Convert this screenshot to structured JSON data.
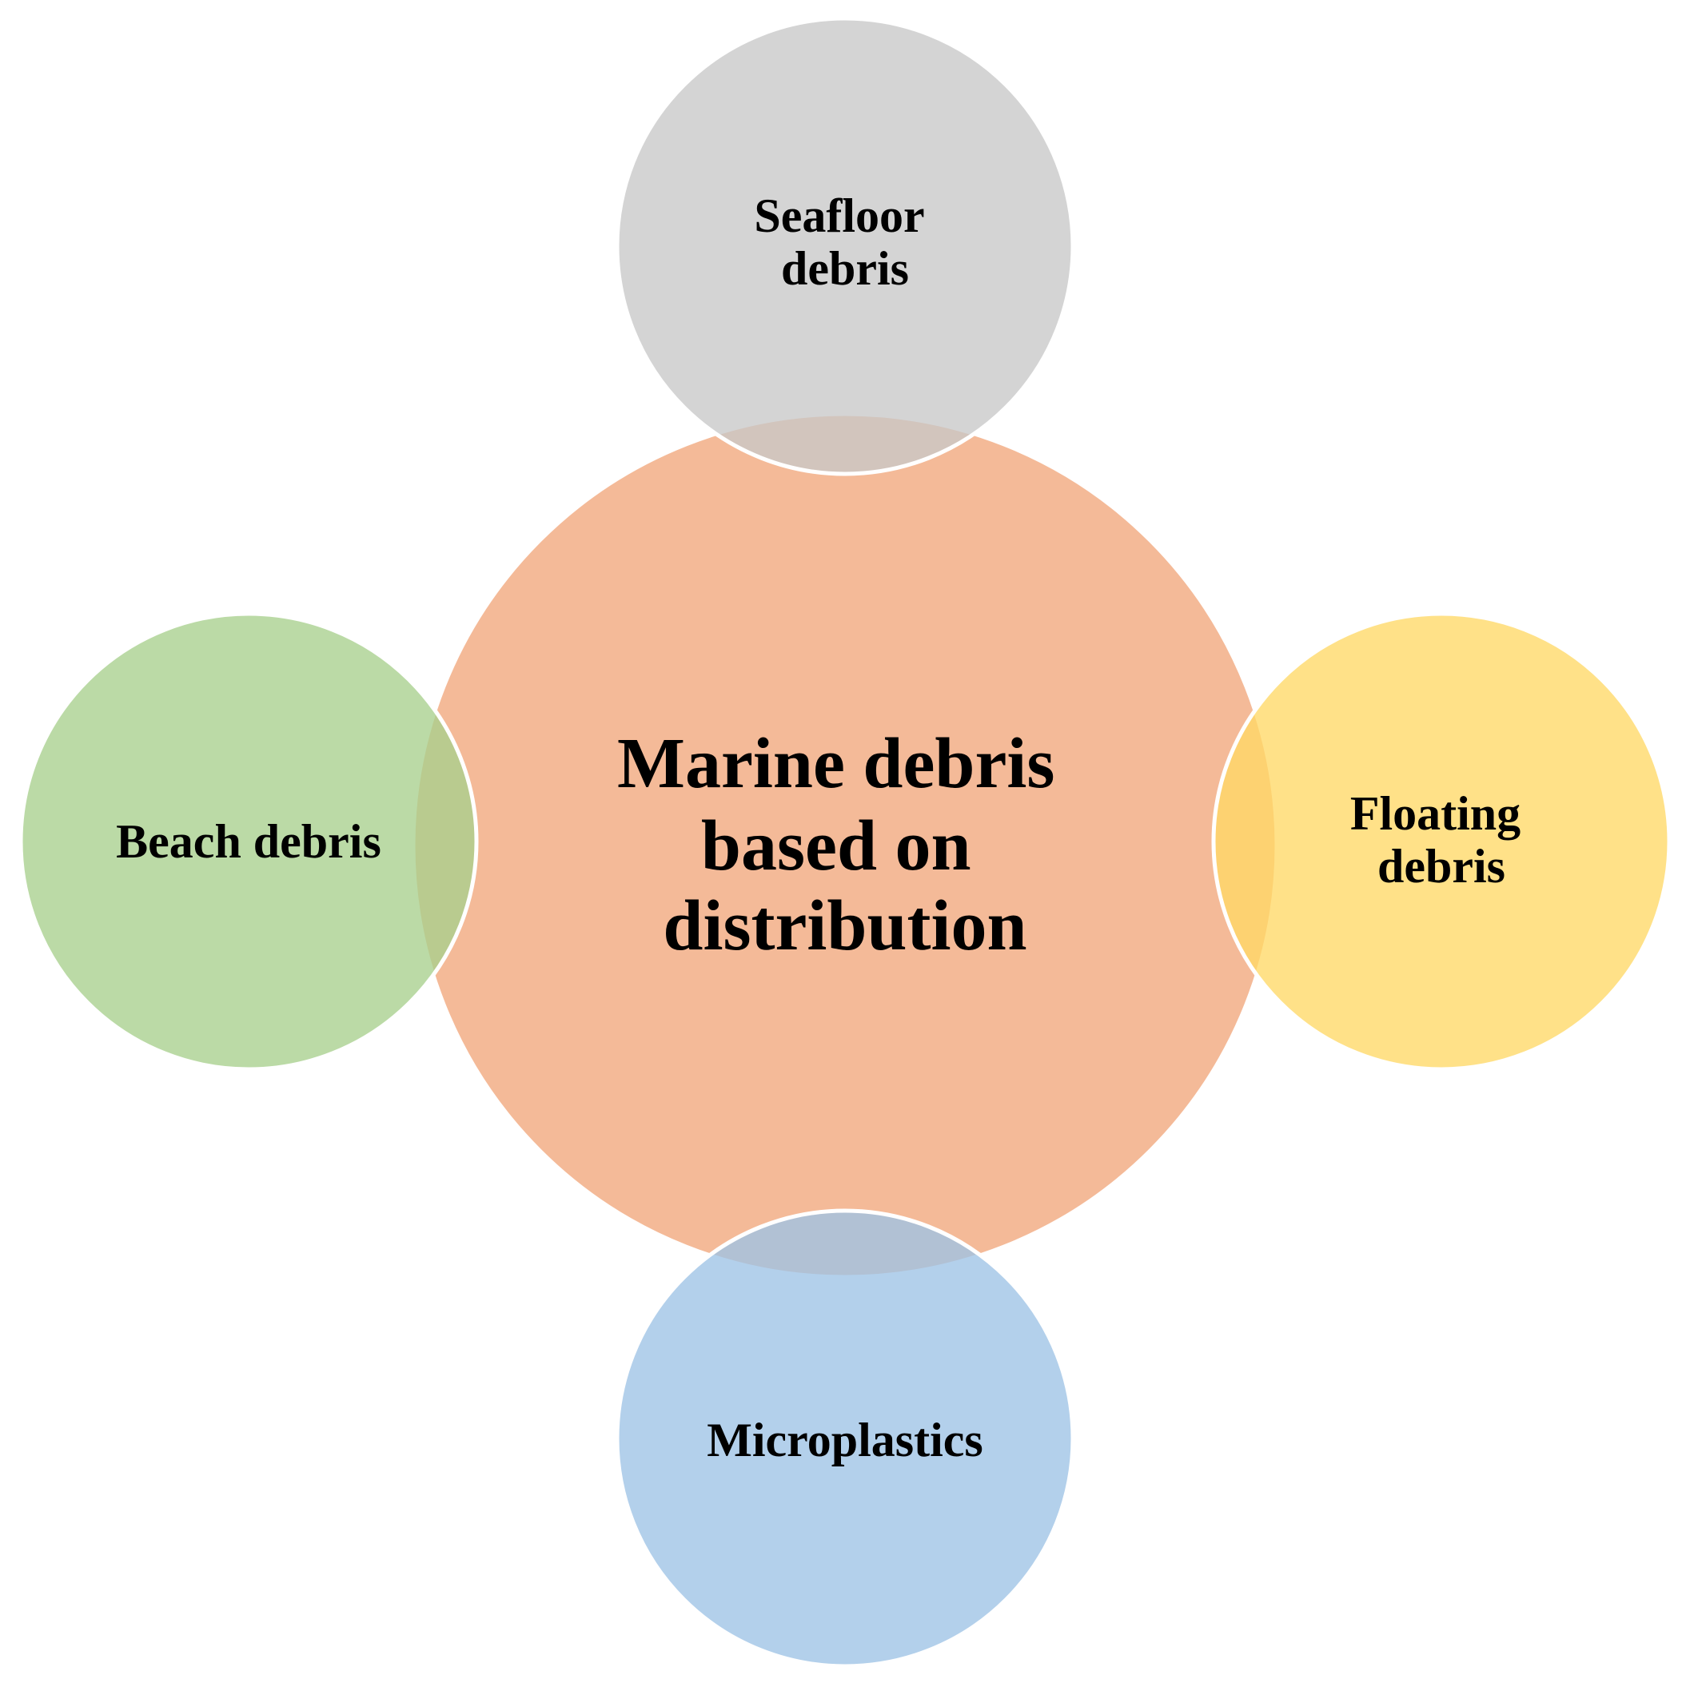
{
  "center": {
    "lines": [
      "Marine debris",
      "based on",
      "distribution"
    ],
    "color": "#F0A070"
  },
  "satellites": {
    "top": {
      "lines": [
        "Seafloor",
        "debris"
      ],
      "color": "#C8C8C8"
    },
    "left": {
      "lines": [
        "Beach debris"
      ],
      "color": "#A8D08D"
    },
    "right": {
      "lines": [
        "Floating",
        "debris"
      ],
      "color": "#FFD966"
    },
    "bottom": {
      "lines": [
        "Microplastics"
      ],
      "color": "#9DC3E6"
    }
  }
}
